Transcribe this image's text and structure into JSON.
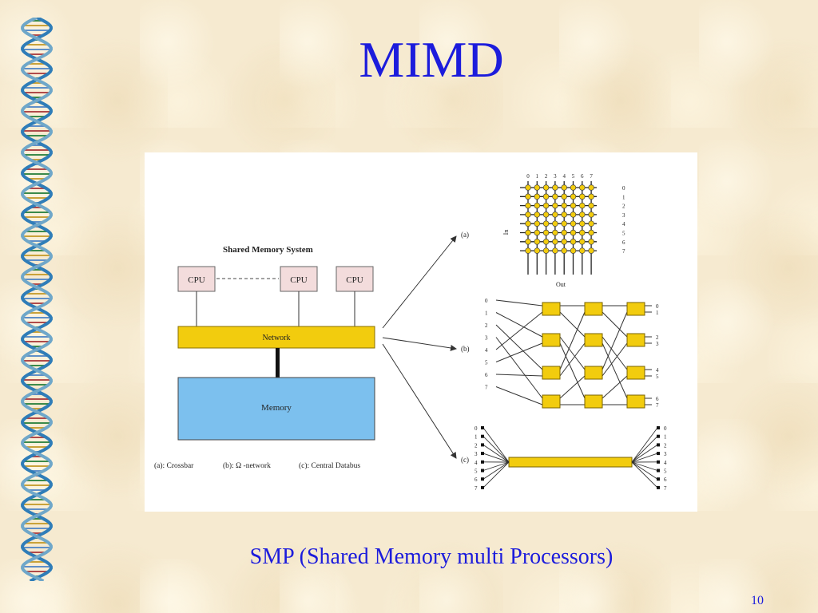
{
  "slide": {
    "title": "MIMD",
    "caption": "SMP (Shared Memory multi Processors)",
    "page_number": "10"
  },
  "figure": {
    "heading": "Shared Memory System",
    "cpus": [
      "CPU",
      "CPU",
      "CPU"
    ],
    "network_label": "Network",
    "memory_label": "Memory",
    "legend": [
      "(a): Crossbar",
      "(b): Ω -network",
      "(c): Central Databus"
    ],
    "arrows": [
      "(a)",
      "(b)",
      "(c)"
    ],
    "crossbar": {
      "top_labels": [
        "0",
        "1",
        "2",
        "3",
        "4",
        "5",
        "6",
        "7"
      ],
      "right_labels": [
        "0",
        "1",
        "2",
        "3",
        "4",
        "5",
        "6",
        "7"
      ],
      "in_label": "In",
      "out_label": "Out"
    },
    "omega": {
      "left_labels": [
        "0",
        "1",
        "2",
        "3",
        "4",
        "5",
        "6",
        "7"
      ],
      "right_labels": [
        "0",
        "1",
        "2",
        "3",
        "4",
        "5",
        "6",
        "7"
      ]
    },
    "databus": {
      "left_labels": [
        "0",
        "1",
        "2",
        "3",
        "4",
        "5",
        "6",
        "7"
      ],
      "right_labels": [
        "0",
        "1",
        "2",
        "3",
        "4",
        "5",
        "6",
        "7"
      ]
    },
    "colors": {
      "cpu_fill": "#f3dcdc",
      "network_fill": "#f2cc0e",
      "memory_fill": "#7cc0ee",
      "switch_fill": "#f2cc0e",
      "crossbar_node": "#f2cc0e"
    }
  }
}
